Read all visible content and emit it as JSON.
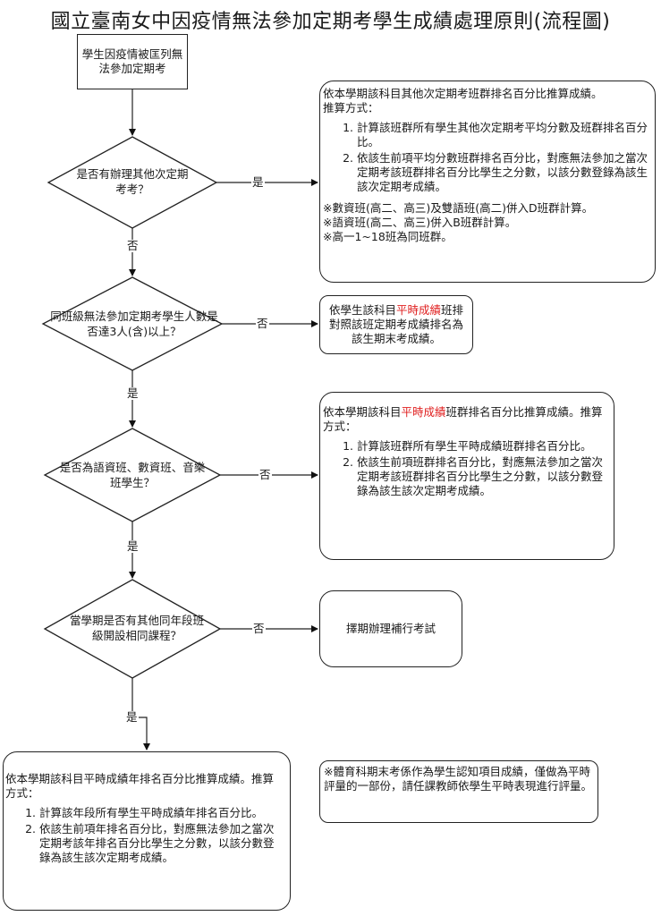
{
  "title": "國立臺南女中因疫情無法參加定期考學生成績處理原則(流程圖)",
  "start": "學生因疫情被匡列無法參加定期考",
  "decisions": [
    "是否有辦理其他次定期考考？",
    "同班級無法參加定期考學生人數是否達3人(含)以上？",
    "是否為語資班、數資班、音樂班學生？",
    "當學期是否有其他同年段班級開設相同課程？"
  ],
  "labels": {
    "yes": "是",
    "no": "否"
  },
  "box1": {
    "line1": "依本學期該科目其他次定期考班群排名百分比推算成績。",
    "line2": "推算方式：",
    "items": [
      "計算該班群所有學生其他次定期考平均分數及班群排名百分比。",
      "依該生前項平均分數班群排名百分比，對應無法參加之當次定期考該班群排名百分比學生之分數，以該分數登錄為該生該次定期考成績。"
    ],
    "notes": [
      "※數資班(高二、高三)及雙語班(高二)併入D班群計算。",
      "※語資班(高二、高三)併入B班群計算。",
      "※高一1~18班為同班群。"
    ]
  },
  "box2": {
    "pre": "依學生該科目",
    "red": "平時成績",
    "post": "班排對照該班定期考成績排名為該生期末考成績。"
  },
  "box3": {
    "pre": "依本學期該科目",
    "red": "平時成績",
    "post": "班群排名百分比推算成績。推算方式：",
    "items": [
      "計算該班群所有學生平時成績班群排名百分比。",
      "依該生前項班群排名百分比，對應無法參加之當次定期考該班群排名百分比學生之分數，以該分數登錄為該生該次定期考成績。"
    ]
  },
  "box4": "擇期辦理補行考試",
  "box5": {
    "text": "依本學期該科目平時成績年排名百分比推算成績。推算方式：",
    "items": [
      "計算該年段所有學生平時成績年排名百分比。",
      "依該生前項年排名百分比，對應無法參加之當次定期考該年排名百分比學生之分數，以該分數登錄為該生該次定期考成績。"
    ]
  },
  "note": "※體育科期末考係作為學生認知項目成績，僅做為平時評量的一部份，請任課教師依學生平時表現進行評量。"
}
